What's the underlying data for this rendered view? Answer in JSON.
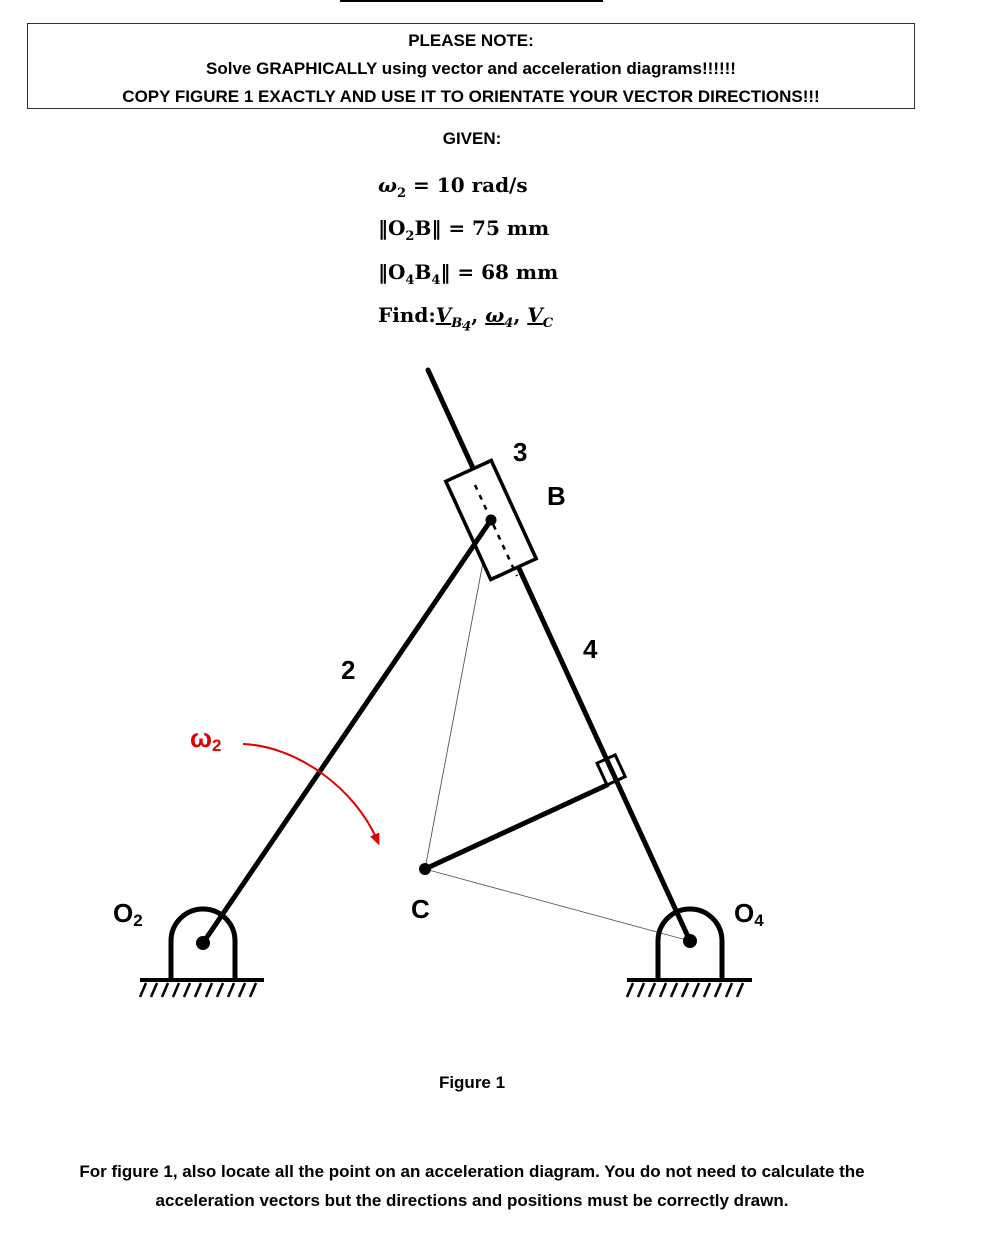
{
  "header": {
    "note_title": "PLEASE NOTE:",
    "note_line1": "Solve GRAPHICALLY using vector and acceleration diagrams!!!!!!",
    "note_line2": "COPY FIGURE 1 EXACTLY AND USE IT TO ORIENTATE YOUR VECTOR DIRECTIONS!!!"
  },
  "given": {
    "title": "GIVEN:",
    "omega2_sym": "ω",
    "omega2_sub": "2",
    "omega2_value": " = 10 rad/s",
    "o2b_pre": "‖O",
    "o2b_sub": "2",
    "o2b_post": "B‖ = 75 mm",
    "o4b4_pre": "‖O",
    "o4b4_sub1": "4",
    "o4b4_mid": "B",
    "o4b4_sub2": "4",
    "o4b4_post": "‖ = 68 mm",
    "find_label": "Find:",
    "find_v": "V",
    "find_v_sub": "B",
    "find_v_sub2": "4",
    "find_sep1": ", ",
    "find_omega": "ω",
    "find_omega_sub": "4",
    "find_sep2": ", ",
    "find_vc": "V",
    "find_vc_sub": "C"
  },
  "figure": {
    "label_link3": "3",
    "label_B": "B",
    "label_link4": "4",
    "label_link2": "2",
    "label_omega2": "ω",
    "label_omega2_sub": "2",
    "label_O2": "O",
    "label_O2_sub": "2",
    "label_C": "C",
    "label_O4": "O",
    "label_O4_sub": "4",
    "caption": "Figure 1",
    "colors": {
      "link": "#000000",
      "omega_arrow": "#e00000",
      "omega_label": "#e00000"
    }
  },
  "footer": {
    "line1": "For figure 1, also locate all the point on an acceleration diagram.  You do not need to calculate the",
    "line2": "acceleration vectors but the directions and positions must be correctly drawn."
  }
}
